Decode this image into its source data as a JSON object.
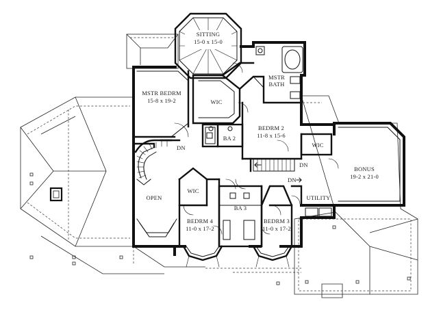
{
  "rooms": {
    "sitting": {
      "name": "SITTING",
      "dims": "15-0 x 15-0"
    },
    "mstr_bedrm": {
      "name": "MSTR BEDRM",
      "dims": "15-8 x 19-2"
    },
    "mstr_bath": {
      "name_line1": "MSTR",
      "name_line2": "BATH"
    },
    "wic_master": {
      "name": "WIC"
    },
    "ba2": {
      "name": "BA 2"
    },
    "bedrm2": {
      "name": "BEDRM 2",
      "dims": "11-8 x 15-6"
    },
    "wic_bedrm2": {
      "name": "WIC"
    },
    "bonus": {
      "name": "BONUS",
      "dims": "19-2 x 21-0"
    },
    "open": {
      "name": "OPEN"
    },
    "wic_bedrm4": {
      "name": "WIC"
    },
    "ba3": {
      "name": "BA 3"
    },
    "utility": {
      "name": "UTILITY"
    },
    "bedrm4": {
      "name": "BEDRM 4",
      "dims": "11-0 x 17-2"
    },
    "bedrm3": {
      "name": "BEDRM 3",
      "dims": "11-0 x 17-2"
    }
  },
  "stair_labels": {
    "dn_main": "DN",
    "dn_hall": "DN",
    "dn_bonus": "DN"
  }
}
